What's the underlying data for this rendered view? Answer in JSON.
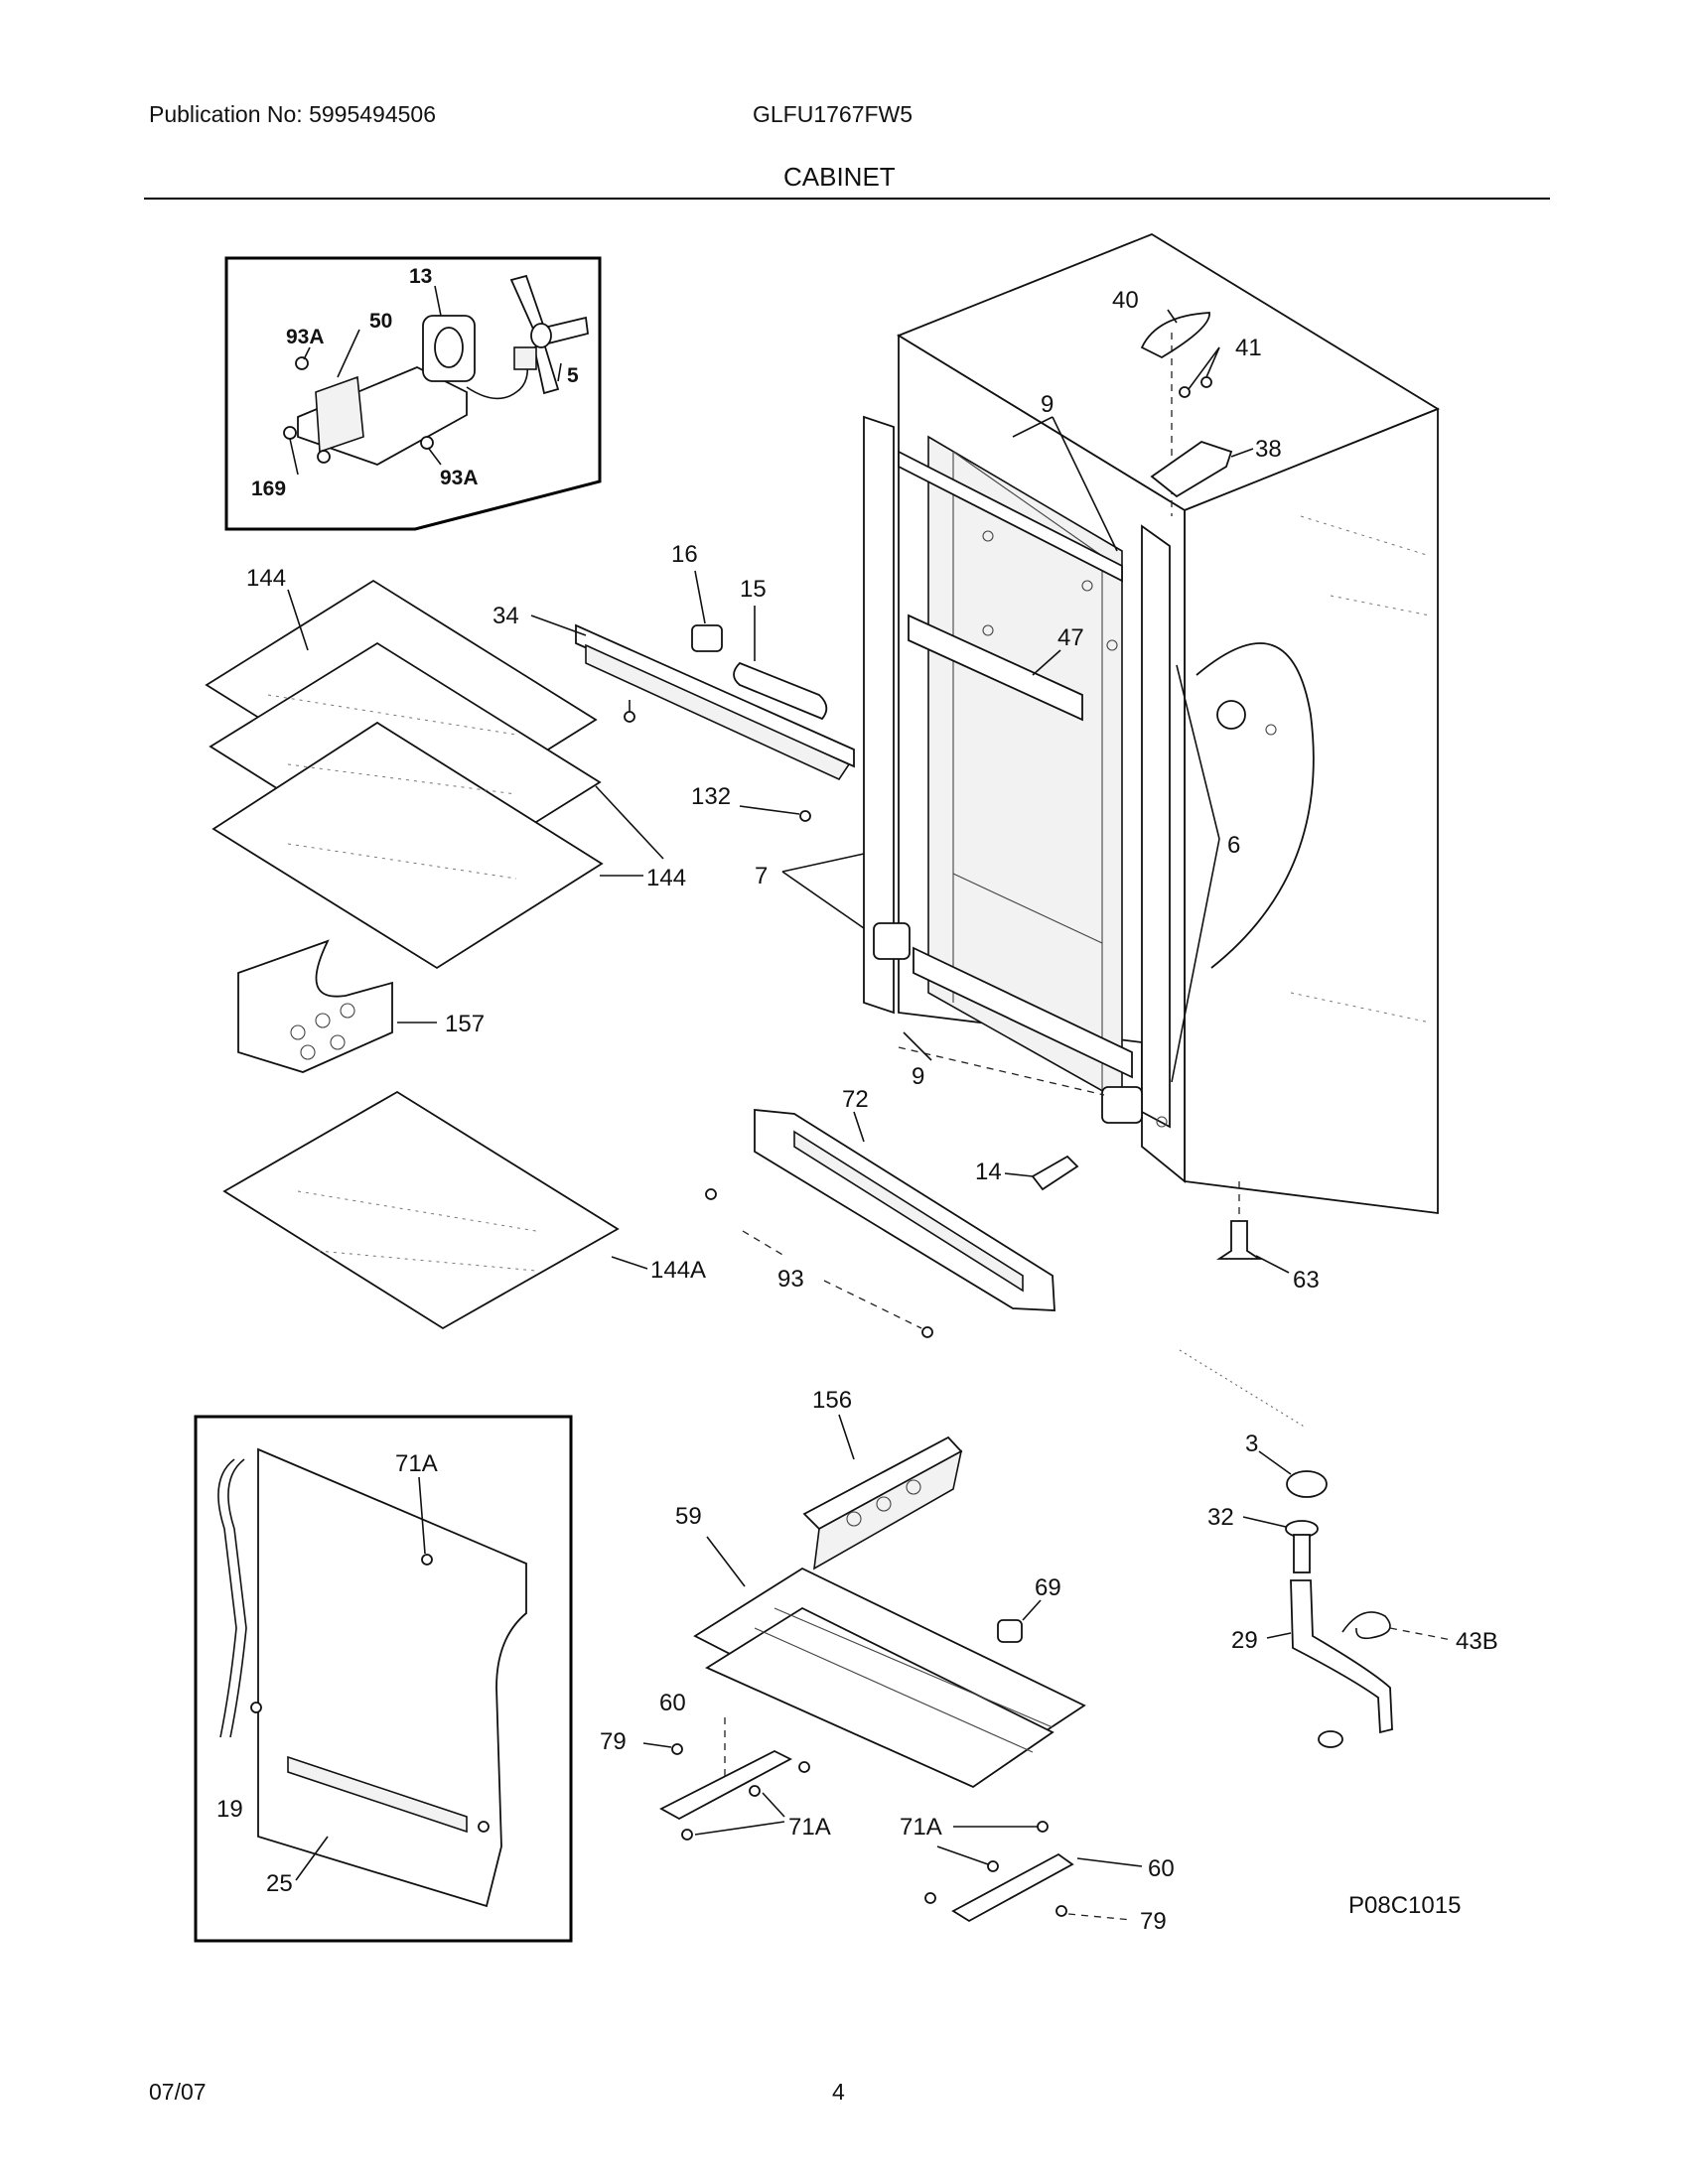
{
  "header": {
    "publication": "Publication No: 5995494506",
    "model": "GLFU1767FW5",
    "section": "CABINET"
  },
  "footer": {
    "date": "07/07",
    "page": "4"
  },
  "diagram": {
    "code": "P08C1015",
    "callouts": [
      "13",
      "50",
      "93A",
      "5",
      "169",
      "93A",
      "144",
      "34",
      "16",
      "15",
      "47",
      "9",
      "40",
      "41",
      "38",
      "132",
      "7",
      "144",
      "6",
      "157",
      "9",
      "72",
      "14",
      "144A",
      "93",
      "63",
      "71A",
      "156",
      "59",
      "69",
      "3",
      "32",
      "29",
      "43B",
      "60",
      "79",
      "19",
      "71A",
      "71A",
      "60",
      "25",
      "79"
    ]
  }
}
